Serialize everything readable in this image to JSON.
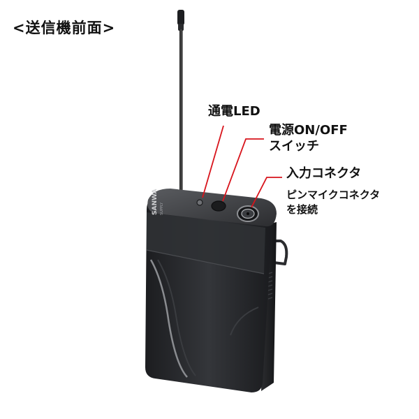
{
  "title": "<送信機前面>",
  "labels": {
    "led": "通電LED",
    "power_line1": "電源ON/OFF",
    "power_line2": "スイッチ",
    "input_line1": "入力コネクタ",
    "input_line2": "ピンマイクコネクタ",
    "input_line3": "を接続"
  },
  "brand": {
    "logo_text": "SANWA",
    "logo_subtext": "SUPPLY"
  },
  "colors": {
    "leader_line": "#d8141c",
    "body": "#2a2b2e",
    "text": "#111111"
  },
  "icons": {
    "antenna": "antenna",
    "belt_clip": "belt-clip"
  }
}
